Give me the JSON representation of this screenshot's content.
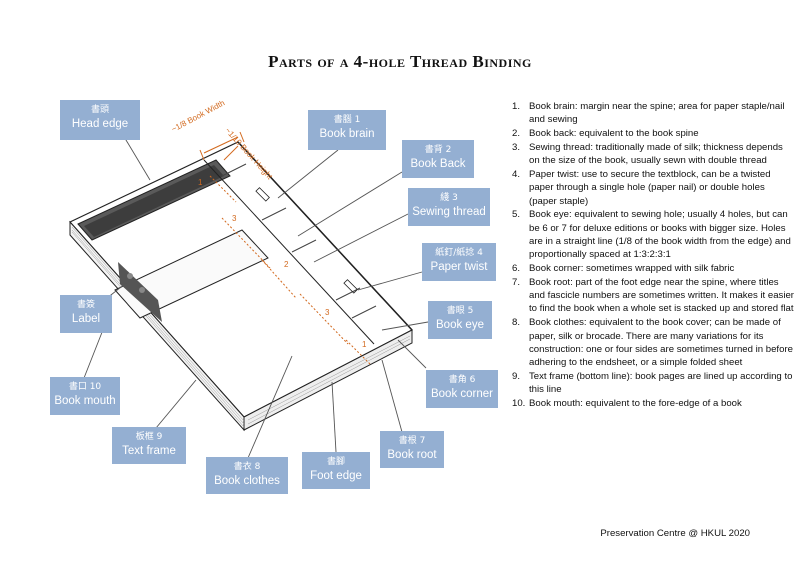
{
  "title": "Parts of a 4-hole Thread Binding",
  "labels": [
    {
      "id": "head-edge",
      "cjk": "書頭",
      "en": "Head edge"
    },
    {
      "id": "book-brain",
      "cjk": "書腦 1",
      "en": "Book brain"
    },
    {
      "id": "book-back",
      "cjk": "書背 2",
      "en": "Book Back"
    },
    {
      "id": "sewing-thread",
      "cjk": "綫 3",
      "en": "Sewing thread"
    },
    {
      "id": "paper-twist",
      "cjk": "紙釘/紙捻 4",
      "en": "Paper twist"
    },
    {
      "id": "label",
      "cjk": "書簽",
      "en": "Label"
    },
    {
      "id": "book-eye",
      "cjk": "書眼 5",
      "en": "Book eye"
    },
    {
      "id": "book-mouth",
      "cjk": "書口 10",
      "en": "Book mouth"
    },
    {
      "id": "book-corner",
      "cjk": "書角 6",
      "en": "Book corner"
    },
    {
      "id": "text-frame",
      "cjk": "板框 9",
      "en": "Text frame"
    },
    {
      "id": "book-root",
      "cjk": "書根 7",
      "en": "Book root"
    },
    {
      "id": "book-clothes",
      "cjk": "書衣 8",
      "en": "Book clothes"
    },
    {
      "id": "foot-edge",
      "cjk": "書腳",
      "en": "Foot edge"
    }
  ],
  "annotations": {
    "width": "~1/8 Book Width",
    "height": "~1/10 Book Height",
    "ratio": [
      "1",
      "3",
      "2",
      "3",
      "1"
    ]
  },
  "notes": [
    {
      "num": "1.",
      "text": "Book brain: margin near the spine; area for paper staple/nail and sewing"
    },
    {
      "num": "2.",
      "text": "Book back: equivalent to the book spine"
    },
    {
      "num": "3.",
      "text": "Sewing thread: traditionally made of silk; thickness depends on the size of the book, usually sewn with double thread"
    },
    {
      "num": "4.",
      "text": "Paper twist: use to secure the textblock, can be a twisted paper through a single hole (paper nail) or double holes (paper staple)"
    },
    {
      "num": "5.",
      "text": "Book eye: equivalent to sewing hole; usually 4 holes, but can be 6 or 7 for deluxe editions or books with bigger size. Holes are in a straight line (1/8 of the book width from the edge) and proportionally spaced at 1:3:2:3:1"
    },
    {
      "num": "6.",
      "text": "Book corner: sometimes wrapped with silk fabric"
    },
    {
      "num": "7.",
      "text": "Book root: part of the foot edge near the spine, where titles and fascicle numbers are sometimes written. It makes it easier to find the book when a whole set is stacked up and stored flat"
    },
    {
      "num": "8.",
      "text": "Book clothes: equivalent to the book cover; can be made of paper, silk or brocade. There are many variations for its construction: one or four sides are sometimes turned in before adhering to the endsheet, or a simple folded sheet"
    },
    {
      "num": "9.",
      "text": "Text frame (bottom line): book pages are lined up according to this line"
    },
    {
      "num": "10.",
      "text": "Book mouth: equivalent to the fore-edge of a book"
    }
  ],
  "footer": "Preservation Centre @ HKUL  2020",
  "colors": {
    "label_bg": "#94afd2",
    "accent": "#d2691e",
    "line": "#333333"
  }
}
